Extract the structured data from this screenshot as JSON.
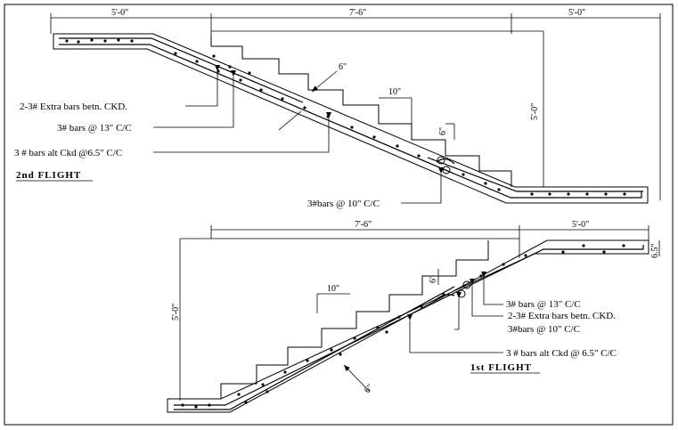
{
  "flight2": {
    "title": "2nd  FLIGHT",
    "dims": {
      "left_landing": "5'-0\"",
      "going": "7'-6\"",
      "right_landing": "5'-0\"",
      "height": "5'-0\"",
      "slab": "6\"",
      "tread": "10\"",
      "riser": "6\""
    },
    "labels": {
      "extra_bars": "2-3# Extra bars betn. CKD.",
      "main_bars": "3# bars @ 13\" C/C",
      "alt_bars": "3 # bars alt Ckd @6.5\" C/C",
      "dist_bars": "3#bars @ 10\" C/C"
    }
  },
  "flight1": {
    "title": "1st  FLIGHT",
    "dims": {
      "going": "7'-6\"",
      "landing": "5'-0\"",
      "height": "5'-0\"",
      "landing_thickness": "6.5\"",
      "tread": "10\"",
      "riser": "6\"",
      "slab": "6\""
    },
    "labels": {
      "main_bars": "3# bars @ 13\" C/C",
      "extra_bars": "2-3# Extra bars betn. CKD.",
      "dist_bars": "3#bars @ 10\" C/C",
      "alt_bars": "3 # bars alt Ckd @ 6.5\" C/C"
    }
  }
}
